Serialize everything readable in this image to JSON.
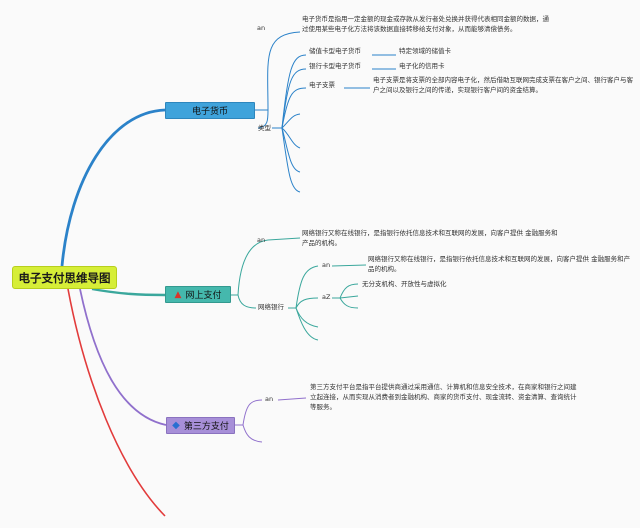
{
  "root": {
    "label": "电子支付思维导图"
  },
  "branches": [
    {
      "label": "电子货币",
      "color": "#2b82c9",
      "definition_key": "an",
      "definition": "电子货币是指用一定金额的现金或存款从发行者处兑换并获得代表相同金额的数据，通过使用某些电子化方法将该数据直接转移给支付对象，从而能够清偿债务。",
      "types_label": "类型",
      "types": [
        {
          "label": "储值卡型电子货币",
          "detail": "特定领域的储值卡"
        },
        {
          "label": "银行卡型电子货币",
          "detail": "电子化的信用卡"
        },
        {
          "label": "电子支票",
          "detail": "电子支票是将支票的全部内容电子化，然后借助互联网完成支票在客户之间、银行客户与客户之间以及银行之间的传递，实现银行客户间的资金结算。"
        }
      ]
    },
    {
      "label": "网上支付",
      "color": "#3aa79c",
      "icon": "fire-icon",
      "definition_key": "an",
      "definition": "网络银行又称在线银行，是指银行依托信息技术和互联网的发展，向客户提供 金融服务和产品的机构。",
      "sub_label": "网络银行",
      "sub_items": [
        {
          "key": "an",
          "text": "网络银行又称在线银行，是指银行依托信息技术和互联网的发展，向客户提供 金融服务和产品的机构。"
        },
        {
          "key": "aZ",
          "text": "无分支机构、开放性与虚拟化"
        }
      ]
    },
    {
      "label": "第三方支付",
      "color": "#9070cc",
      "icon": "water-drop-icon",
      "definition_key": "an",
      "definition": "第三方支付平台是指平台提供商通过采用通信、计算机和信息安全技术，在商家和银行之间建立起连接，从而实现从消费者到金融机构、商家的货币支付、现金流转、资金清算、查询统计等服务。"
    }
  ],
  "extra_branch_color": "#e23b3b"
}
